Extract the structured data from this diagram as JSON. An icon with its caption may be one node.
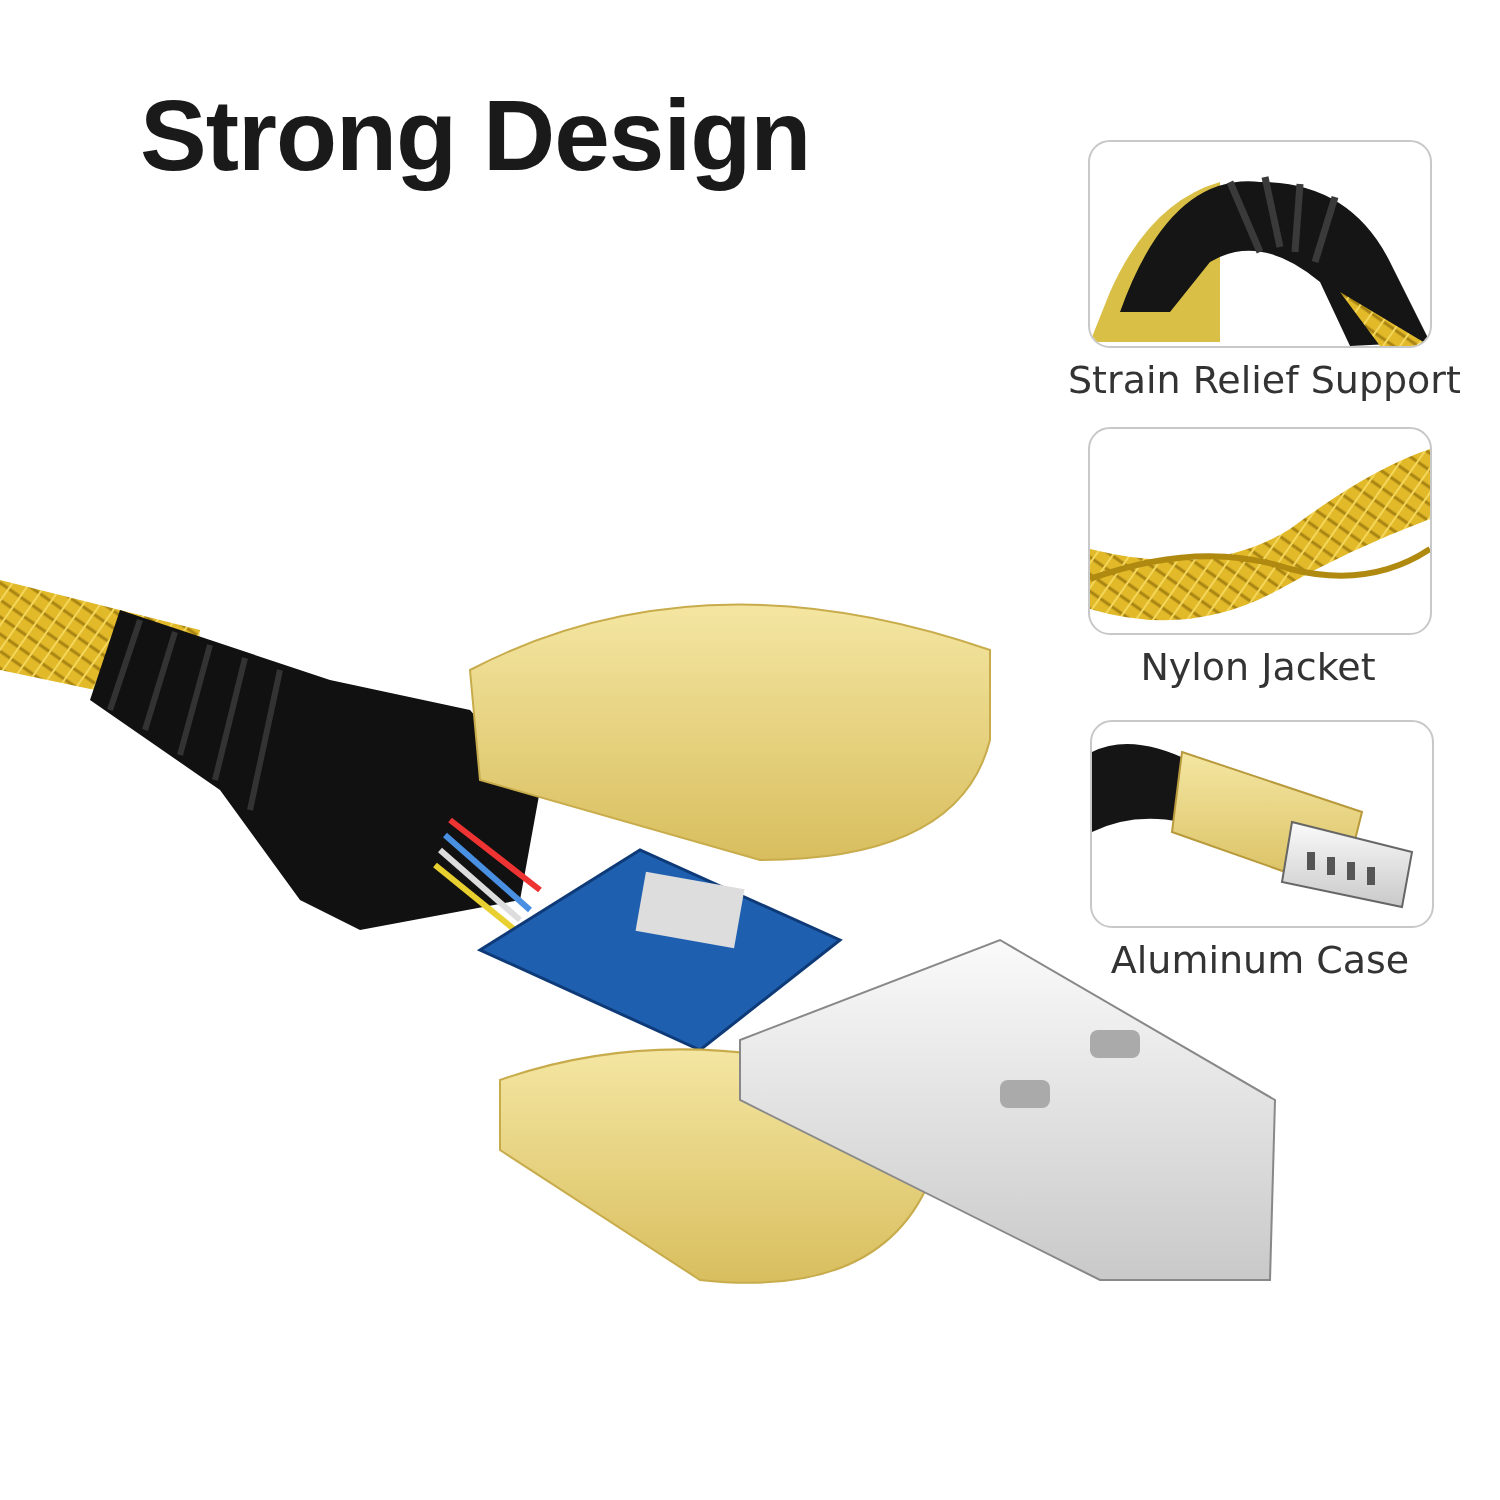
{
  "diagram": {
    "title": "Strong Design",
    "nodes": [
      {
        "text": [
          "Strain Relief Support"
        ]
      },
      {
        "text": [
          "Nylon Jacket"
        ]
      },
      {
        "text": [
          "Aluminum Case"
        ]
      }
    ]
  }
}
